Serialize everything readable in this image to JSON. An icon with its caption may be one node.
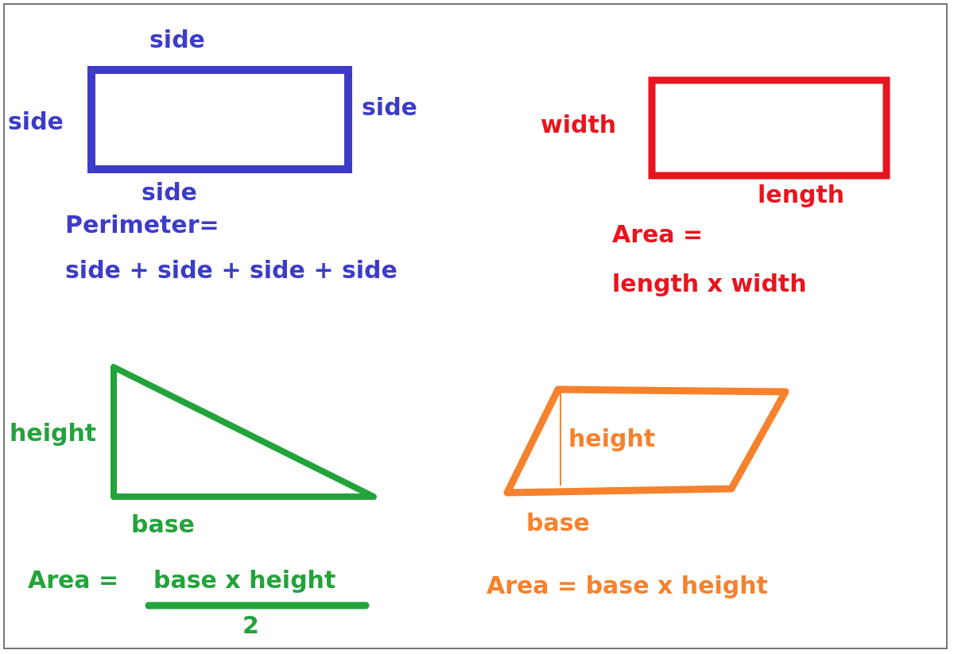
{
  "diagram": {
    "labels": [
      "side",
      "side",
      "side",
      "side",
      "Perimeter=",
      "side + side + side + side",
      "width",
      "length",
      "Area =",
      "length x width",
      "height",
      "base",
      "Area =",
      "base x height",
      "2",
      "height",
      "base",
      "Area = base x height"
    ]
  }
}
